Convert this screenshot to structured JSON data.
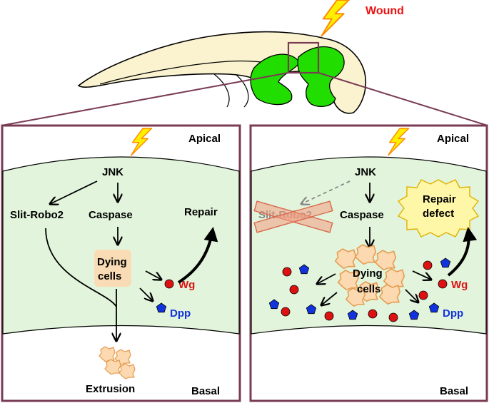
{
  "top": {
    "wound_label": "Wound"
  },
  "left_panel": {
    "apical": "Apical",
    "basal": "Basal",
    "jnk": "JNK",
    "slit_robo2": "Slit-Robo2",
    "caspase": "Caspase",
    "repair": "Repair",
    "dying_1": "Dying",
    "dying_2": "cells",
    "wg": "Wg",
    "dpp": "Dpp",
    "extrusion": "Extrusion"
  },
  "right_panel": {
    "apical": "Apical",
    "basal": "Basal",
    "jnk": "JNK",
    "slit_robo2": "Slit-Robo2",
    "caspase": "Caspase",
    "repair_1": "Repair",
    "repair_2": "defect",
    "dying_1": "Dying",
    "dying_2": "cells",
    "wg": "Wg",
    "dpp": "Dpp"
  },
  "colors": {
    "frame": "#7a3b55",
    "tissue": "#e2f5dc",
    "disc_fill": "#fbf3d0",
    "disc_green": "#22dd00",
    "cell_fill": "#fcd9b0",
    "cell_stroke": "#e69a4e",
    "wg": "#dd1111",
    "dpp": "#1133dd",
    "lightning": "#ffee00",
    "lightning_stroke": "#ff8800",
    "cross": "#f29a80",
    "starburst": "#fff7a8"
  }
}
